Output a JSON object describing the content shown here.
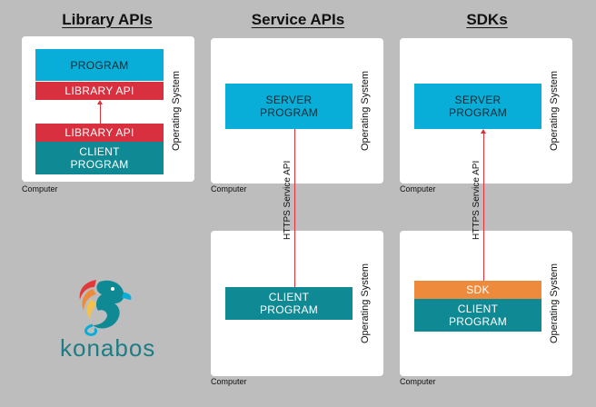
{
  "titles": {
    "library": "Library APIs",
    "service": "Service APIs",
    "sdks": "SDKs"
  },
  "labels": {
    "computer": "Computer",
    "operating_system": "Operating System"
  },
  "library": {
    "program": "PROGRAM",
    "library_api_top": "LIBRARY API",
    "library_api_bottom": "LIBRARY API",
    "client_program_line1": "CLIENT",
    "client_program_line2": "PROGRAM"
  },
  "service": {
    "server_line1": "SERVER",
    "server_line2": "PROGRAM",
    "client_line1": "CLIENT",
    "client_line2": "PROGRAM",
    "link_line1": "HTTPS",
    "link_line2": "Service API"
  },
  "sdks": {
    "server_line1": "SERVER",
    "server_line2": "PROGRAM",
    "sdk": "SDK",
    "client_line1": "CLIENT",
    "client_line2": "PROGRAM",
    "link_line1": "HTTPS",
    "link_line2": "Service API"
  },
  "logo": {
    "text": "konabos",
    "icon": "seahorse-logo-icon"
  },
  "colors": {
    "background": "#bdbdbd",
    "program": "#09aed8",
    "library_api": "#d9303f",
    "client": "#0f8a94",
    "sdk": "#ee8a3b",
    "connector": "#e0303a"
  }
}
